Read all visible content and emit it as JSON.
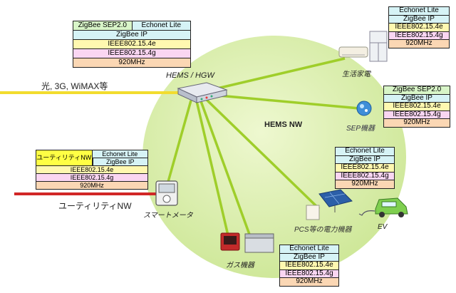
{
  "hub": {
    "label": "HEMS / HGW"
  },
  "network": {
    "label": "HEMS NW"
  },
  "wan": {
    "label": "光, 3G, WiMAX等"
  },
  "utility_nw": {
    "label": "ユーティリティNW"
  },
  "devices": {
    "appliance": "生活家電",
    "sep": "SEP機器",
    "smart_meter": "スマートメータ",
    "gas": "ガス機器",
    "pcs": "PCS等の電力機器",
    "ev": "EV"
  },
  "stacks": {
    "hems": {
      "top_left": "ZigBee SEP2.0",
      "top_right": "Echonet Lite",
      "rows": [
        "ZigBee IP",
        "IEEE802.15.4e",
        "IEEE802.15.4g",
        "920MHz"
      ]
    },
    "appliance": {
      "rows": [
        "Echonet Lite",
        "ZigBee IP",
        "IEEE802.15.4e",
        "IEEE802.15.4g",
        "920MHz"
      ]
    },
    "sep": {
      "rows": [
        "ZigBee SEP2.0",
        "ZigBee IP",
        "IEEE802.15.4e",
        "IEEE802.15.4g",
        "920MHz"
      ]
    },
    "utility": {
      "top_left": "ユーティリティNW",
      "top_right": "Echonet Lite",
      "second_right": "ZigBee IP",
      "rows": [
        "IEEE802.15.4e",
        "IEEE802.15.4g",
        "920MHz"
      ]
    },
    "pcs": {
      "rows": [
        "Echonet Lite",
        "ZigBee IP",
        "IEEE802.15.4e",
        "IEEE802.15.4g",
        "920MHz"
      ]
    },
    "gas": {
      "rows": [
        "Echonet Lite",
        "ZigBee IP",
        "IEEE802.15.4e",
        "IEEE802.15.4g",
        "920MHz"
      ]
    }
  },
  "colors": {
    "hems_area": "#d8efa8",
    "links": "#9fce2a",
    "wan_line": "#f2dc2e",
    "utility_line": "#d12626"
  }
}
